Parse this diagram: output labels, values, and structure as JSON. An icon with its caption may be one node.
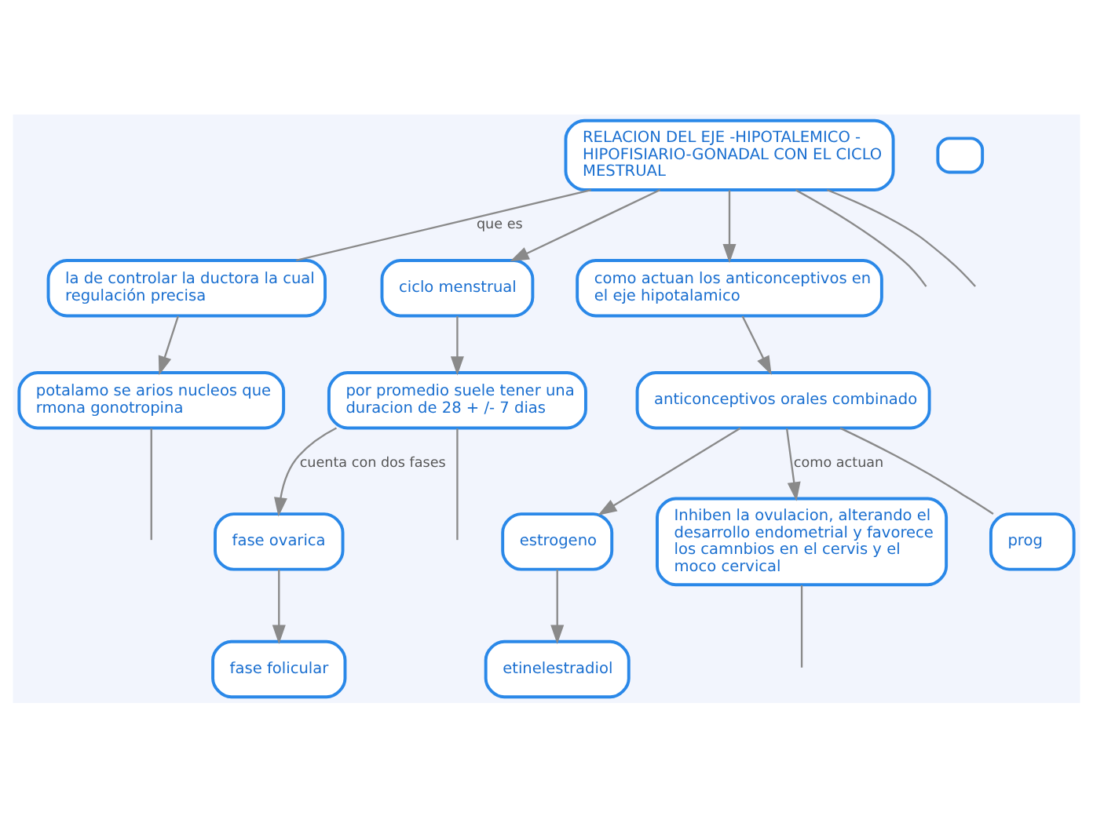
{
  "diagram": {
    "nodes": [
      {
        "text": [
          "RELACION DEL EJE -HIPOTALEMICO - HIPOFISIARIO-GONADAL CON EL CICLO MESTRUAL"
        ]
      },
      {
        "text": [
          "la de controlar la ductora la cual regulación precisa"
        ]
      },
      {
        "text": [
          "potalamo se arios nucleos que rmona gonotropina"
        ]
      },
      {
        "text": [],
        "shape": "box"
      },
      {
        "text": [
          "ciclo menstrual"
        ]
      },
      {
        "text": [
          "por promedio suele tener una duracion de 28 + /- 7 dias"
        ]
      },
      {
        "text": [
          "fase ovarica"
        ]
      },
      {
        "text": [
          "fase folicular"
        ]
      },
      {
        "text": [
          "como actuan los anticonceptivos en el eje hipotalamico"
        ]
      },
      {
        "text": [
          "anticonceptivos orales combinado"
        ]
      },
      {
        "text": [
          "estrogeno"
        ]
      },
      {
        "text": [
          "etinelestradiol"
        ]
      },
      {
        "text": [
          "Inhiben la ovulacion, alterando el desarrollo endometrial y favorece los camnbios en el cervis y el moco cervical"
        ]
      },
      {
        "text": [
          "prog"
        ]
      }
    ],
    "edges": [
      {
        "from": 0,
        "to": null,
        "arrow": "none"
      },
      {
        "from": 0,
        "to": 1,
        "arrow": "none",
        "label": "que es"
      },
      {
        "from": 1,
        "to": 2,
        "arrow": "to"
      },
      {
        "from": 2,
        "to": null,
        "arrow": "none"
      },
      {
        "from": 0,
        "to": null,
        "arrow": "none"
      },
      {
        "from": 0,
        "to": 4,
        "arrow": "to"
      },
      {
        "from": 4,
        "to": 5,
        "arrow": "to"
      },
      {
        "from": 5,
        "to": 6,
        "arrow": "to",
        "label": "cuenta con dos fases"
      },
      {
        "from": 5,
        "to": null,
        "arrow": "none"
      },
      {
        "from": 6,
        "to": 7,
        "arrow": "to"
      },
      {
        "from": 0,
        "to": 8,
        "arrow": "to"
      },
      {
        "from": 8,
        "to": 9,
        "arrow": "to"
      },
      {
        "from": 9,
        "to": 10,
        "arrow": "to"
      },
      {
        "from": 10,
        "to": 11,
        "arrow": "to"
      },
      {
        "from": 9,
        "to": 12,
        "arrow": "to",
        "label": "como actuan"
      },
      {
        "from": 9,
        "to": 13,
        "arrow": "none"
      },
      {
        "from": 12,
        "to": null,
        "arrow": "none"
      }
    ]
  }
}
